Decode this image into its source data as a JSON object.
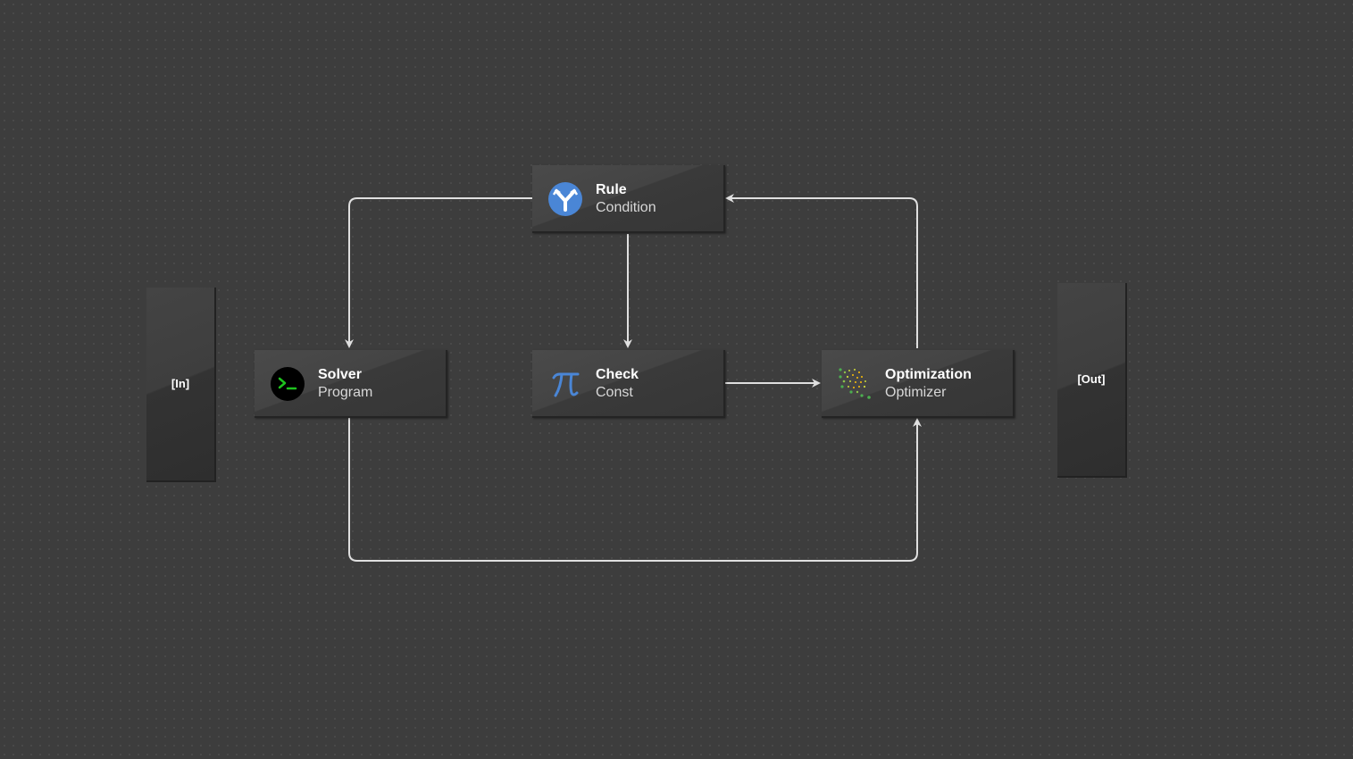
{
  "ports": {
    "in": {
      "label": "[In]"
    },
    "out": {
      "label": "[Out]"
    }
  },
  "nodes": {
    "rule": {
      "title": "Rule",
      "subtitle": "Condition",
      "icon": "branch-icon",
      "icon_color": "#4a86d6"
    },
    "solver": {
      "title": "Solver",
      "subtitle": "Program",
      "icon": "terminal-icon",
      "icon_color": "#1ec21e"
    },
    "check": {
      "title": "Check",
      "subtitle": "Const",
      "icon": "pi-icon",
      "icon_color": "#4a86d6"
    },
    "optimization": {
      "title": "Optimization",
      "subtitle": "Optimizer",
      "icon": "particle-swarm-icon",
      "icon_color": "#8bc34a"
    }
  },
  "edges": [
    {
      "from": "rule",
      "to": "solver"
    },
    {
      "from": "rule",
      "to": "check"
    },
    {
      "from": "check",
      "to": "optimization"
    },
    {
      "from": "solver",
      "to": "optimization"
    },
    {
      "from": "optimization",
      "to": "rule"
    }
  ],
  "colors": {
    "background": "#3d3d3d",
    "edge": "#e0e0e0"
  }
}
